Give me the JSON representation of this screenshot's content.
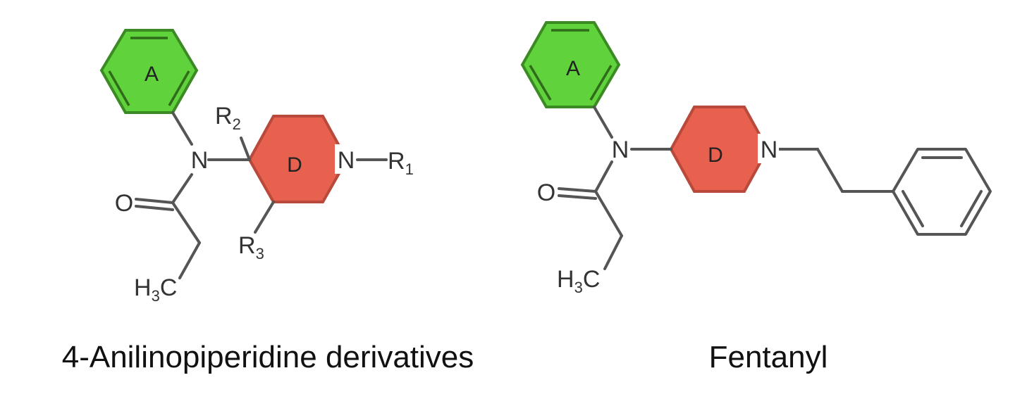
{
  "structures": [
    {
      "caption": "4-Anilinopiperidine derivatives",
      "ring_a_label": "A",
      "ring_d_label": "D",
      "atoms": {
        "n_amide": "N",
        "n_ring": "N",
        "oxygen": "O",
        "methyl": "H",
        "methyl_sub": "3",
        "methyl_c": "C",
        "r1": "R",
        "r1_sub": "1",
        "r2": "R",
        "r2_sub": "2",
        "r3": "R",
        "r3_sub": "3"
      }
    },
    {
      "caption": "Fentanyl",
      "ring_a_label": "A",
      "ring_d_label": "D",
      "atoms": {
        "n_amide": "N",
        "n_ring": "N",
        "oxygen": "O",
        "methyl": "H",
        "methyl_sub": "3",
        "methyl_c": "C"
      }
    }
  ],
  "colors": {
    "ring_a": "#5fd23c",
    "ring_d": "#e8614f",
    "bond": "#555555"
  }
}
